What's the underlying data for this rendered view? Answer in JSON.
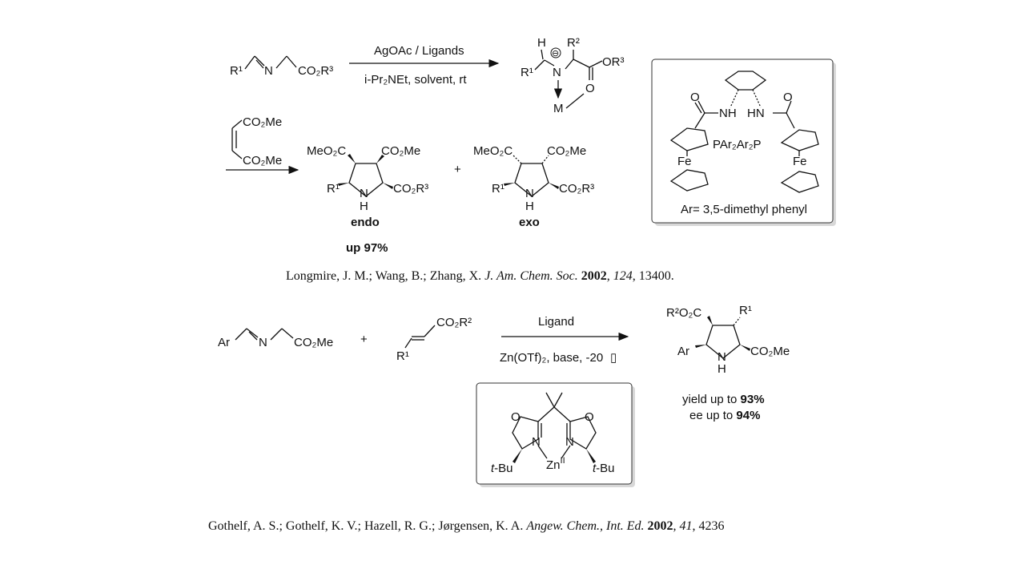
{
  "reaction1": {
    "reagent_top": "AgOAc / Ligands",
    "reagent_bottom": "i-Pr₂NEt, solvent, rt",
    "substrate": {
      "r1": "R¹",
      "n": "N",
      "ester": "CO₂R³"
    },
    "intermediate": {
      "h": "H",
      "r2": "R²",
      "r1": "R¹",
      "n": "N",
      "or3": "OR³",
      "o": "O",
      "m": "M",
      "charge": "⊖"
    },
    "dipolarophile": {
      "top": "CO₂Me",
      "bottom": "CO₂Me"
    },
    "endo": {
      "tl": "MeO₂C",
      "tr": "CO₂Me",
      "r1": "R¹",
      "nh_n": "N",
      "nh_h": "H",
      "ester": "CO₂R³",
      "label": "endo",
      "yield": "up 97%"
    },
    "plus": "+",
    "exo": {
      "tl": "MeO₂C",
      "tr": "CO₂Me",
      "r1": "R¹",
      "nh_n": "N",
      "nh_h": "H",
      "ester": "CO₂R³",
      "label": "exo"
    },
    "ligand_box": {
      "nh_left": "NH",
      "hn_right": "HN",
      "o_left": "O",
      "o_right": "O",
      "p_text": "PAr₂Ar₂P",
      "fe_left": "Fe",
      "fe_right": "Fe",
      "caption": "Ar= 3,5-dimethyl phenyl"
    },
    "reference": {
      "authors": "Longmire, J. M.; Wang, B.; Zhang, X. ",
      "journal": "J. Am. Chem. Soc.",
      "year": "2002",
      "volume": "124",
      "pages": ", 13400."
    }
  },
  "reaction2": {
    "reagent_top": "Ligand",
    "reagent_bottom": "Zn(OTf)₂, base, -20",
    "reagent_bottom_glyph": "▯",
    "imine": {
      "ar": "Ar",
      "n": "N",
      "ester": "CO₂Me"
    },
    "plus": "+",
    "acrylate": {
      "ester": "CO₂R²",
      "r1": "R¹"
    },
    "product": {
      "tl": "R²O₂C",
      "r1": "R¹",
      "ar": "Ar",
      "n": "N",
      "h": "H",
      "ester": "CO₂Me"
    },
    "yield_line": {
      "prefix": "yield up to ",
      "value": "93%"
    },
    "ee_line": {
      "prefix": "ee up to ",
      "value": "94%"
    },
    "ligand_box": {
      "o_left": "O",
      "o_right": "O",
      "n_left": "N",
      "n_right": "N",
      "zn": "Zn",
      "zn_ox": "II",
      "tbu_left_t": "t",
      "tbu_left": "-Bu",
      "tbu_right_t": "t",
      "tbu_right": "-Bu"
    },
    "reference": {
      "authors": "Gothelf, A. S.; Gothelf, K. V.; Hazell, R. G.; Jørgensen, K. A. ",
      "journal": "Angew. Chem., Int. Ed.",
      "year": "2002",
      "volume": "41",
      "pages": ", 4236"
    }
  }
}
